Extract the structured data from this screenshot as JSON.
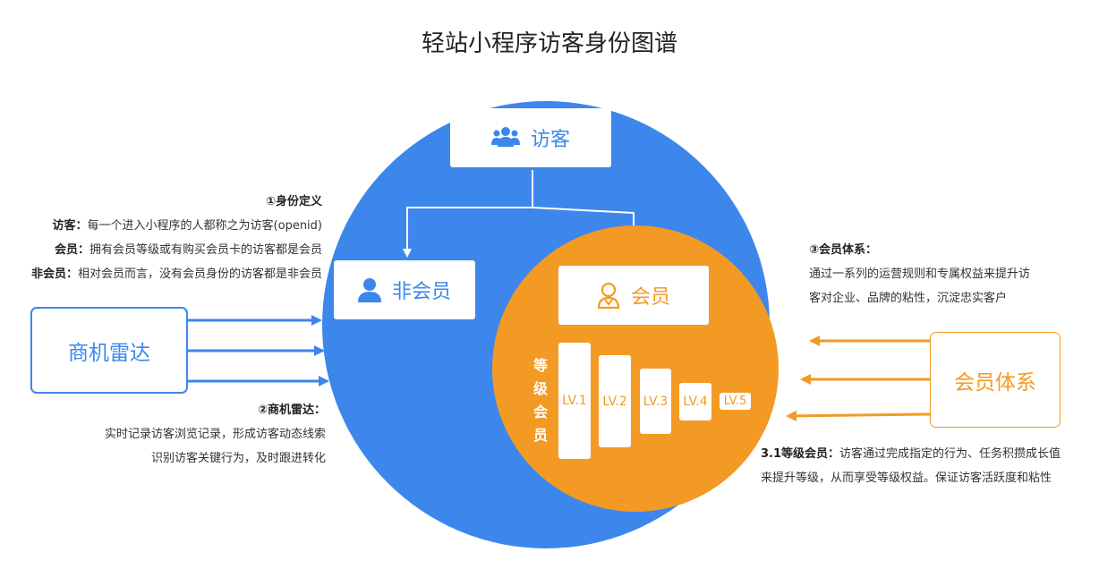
{
  "title": "轻站小程序访客身份图谱",
  "colors": {
    "blue": "#3d86ec",
    "orange": "#f39a24",
    "white": "#ffffff"
  },
  "visitor_box": {
    "label": "访客",
    "icon": "users-icon"
  },
  "nonmember_box": {
    "label": "非会员",
    "icon": "user-icon"
  },
  "member_box": {
    "label": "会员",
    "icon": "member-icon"
  },
  "level_label": [
    "等",
    "级",
    "会",
    "员"
  ],
  "levels": [
    "LV.1",
    "LV.2",
    "LV.3",
    "LV.4",
    "LV.5"
  ],
  "left_box": {
    "label": "商机雷达"
  },
  "right_box": {
    "label": "会员体系"
  },
  "identity_note": {
    "heading": "①身份定义",
    "lines": [
      {
        "term": "访客：",
        "text": "每一个进入小程序的人都称之为访客(openid)"
      },
      {
        "term": "会员：",
        "text": "拥有会员等级或有购买会员卡的访客都是会员"
      },
      {
        "term": "非会员：",
        "text": "相对会员而言，没有会员身份的访客都是非会员"
      }
    ]
  },
  "radar_note": {
    "heading": "②商机雷达：",
    "lines": [
      "实时记录访客浏览记录，形成访客动态线索",
      "识别访客关键行为，及时跟进转化"
    ]
  },
  "member_system_note": {
    "heading": "③会员体系：",
    "lines": [
      "通过一系列的运营规则和专属权益来提升访",
      "客对企业、品牌的粘性，沉淀忠实客户"
    ]
  },
  "level_member_note": {
    "term": "3.1等级会员：",
    "line1": "访客通过完成指定的行为、任务积攒成长值",
    "line2": "来提升等级，从而享受等级权益。保证访客活跃度和粘性"
  }
}
